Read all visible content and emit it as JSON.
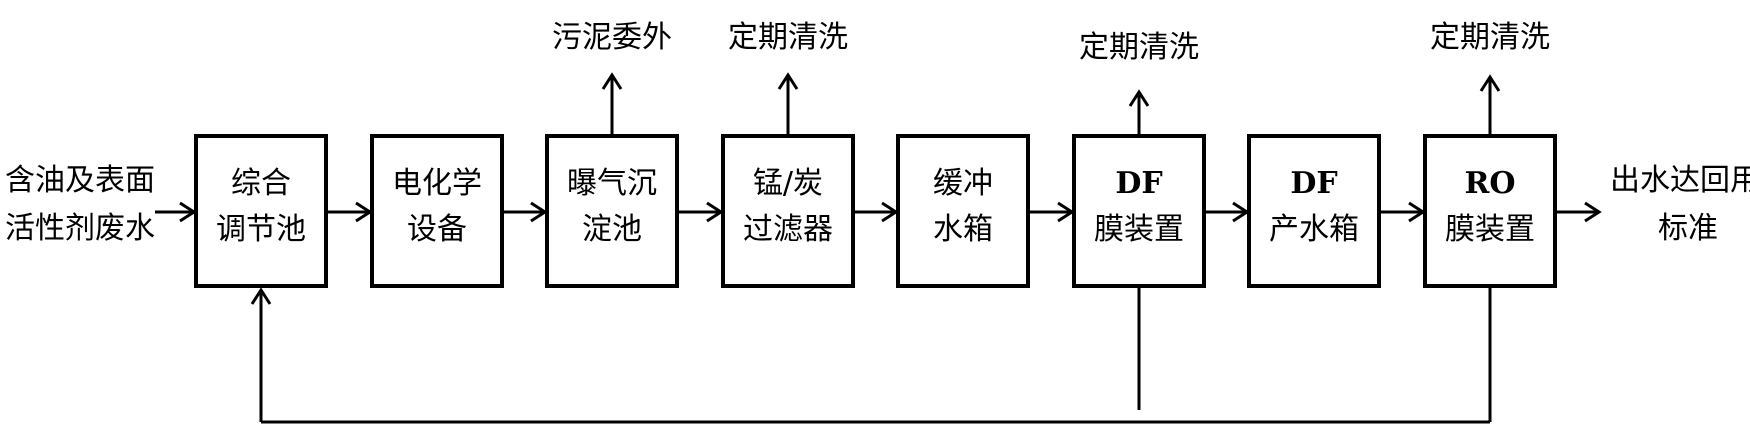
{
  "input": {
    "line1": "含油及表面",
    "line2": "活性剂废水"
  },
  "output": {
    "line1": "出水达回用",
    "line2": "标准"
  },
  "boxes": [
    {
      "line1": "综合",
      "line2": "调节池"
    },
    {
      "line1": "电化学",
      "line2": "设备"
    },
    {
      "line1": "曝气沉",
      "line2": "淀池"
    },
    {
      "line1": "锰/炭",
      "line2": "过滤器"
    },
    {
      "line1": "缓冲",
      "line2": "水箱"
    },
    {
      "line1": "DF",
      "line2": "膜装置"
    },
    {
      "line1": "DF",
      "line2": "产水箱"
    },
    {
      "line1": "RO",
      "line2": "膜装置"
    }
  ],
  "outputs_top": [
    {
      "label": "污泥委外"
    },
    {
      "label": "定期清洗"
    },
    {
      "label": "定期清洗"
    },
    {
      "label": "定期清洗"
    }
  ]
}
